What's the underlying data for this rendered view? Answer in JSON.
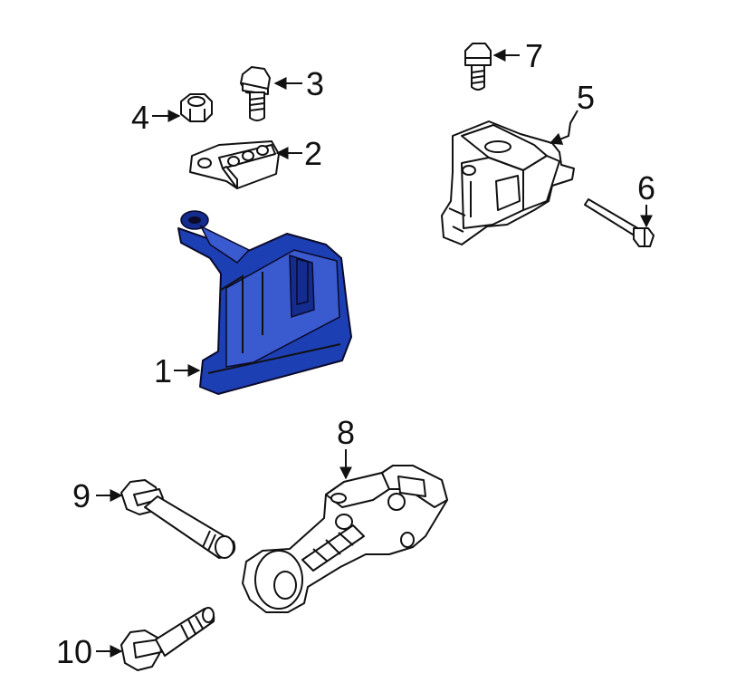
{
  "diagram": {
    "highlight_color": "#1d3fb4",
    "callouts": [
      {
        "id": "1",
        "label": "1"
      },
      {
        "id": "2",
        "label": "2"
      },
      {
        "id": "3",
        "label": "3"
      },
      {
        "id": "4",
        "label": "4"
      },
      {
        "id": "5",
        "label": "5"
      },
      {
        "id": "6",
        "label": "6"
      },
      {
        "id": "7",
        "label": "7"
      },
      {
        "id": "8",
        "label": "8"
      },
      {
        "id": "9",
        "label": "9"
      },
      {
        "id": "10",
        "label": "10"
      }
    ]
  }
}
